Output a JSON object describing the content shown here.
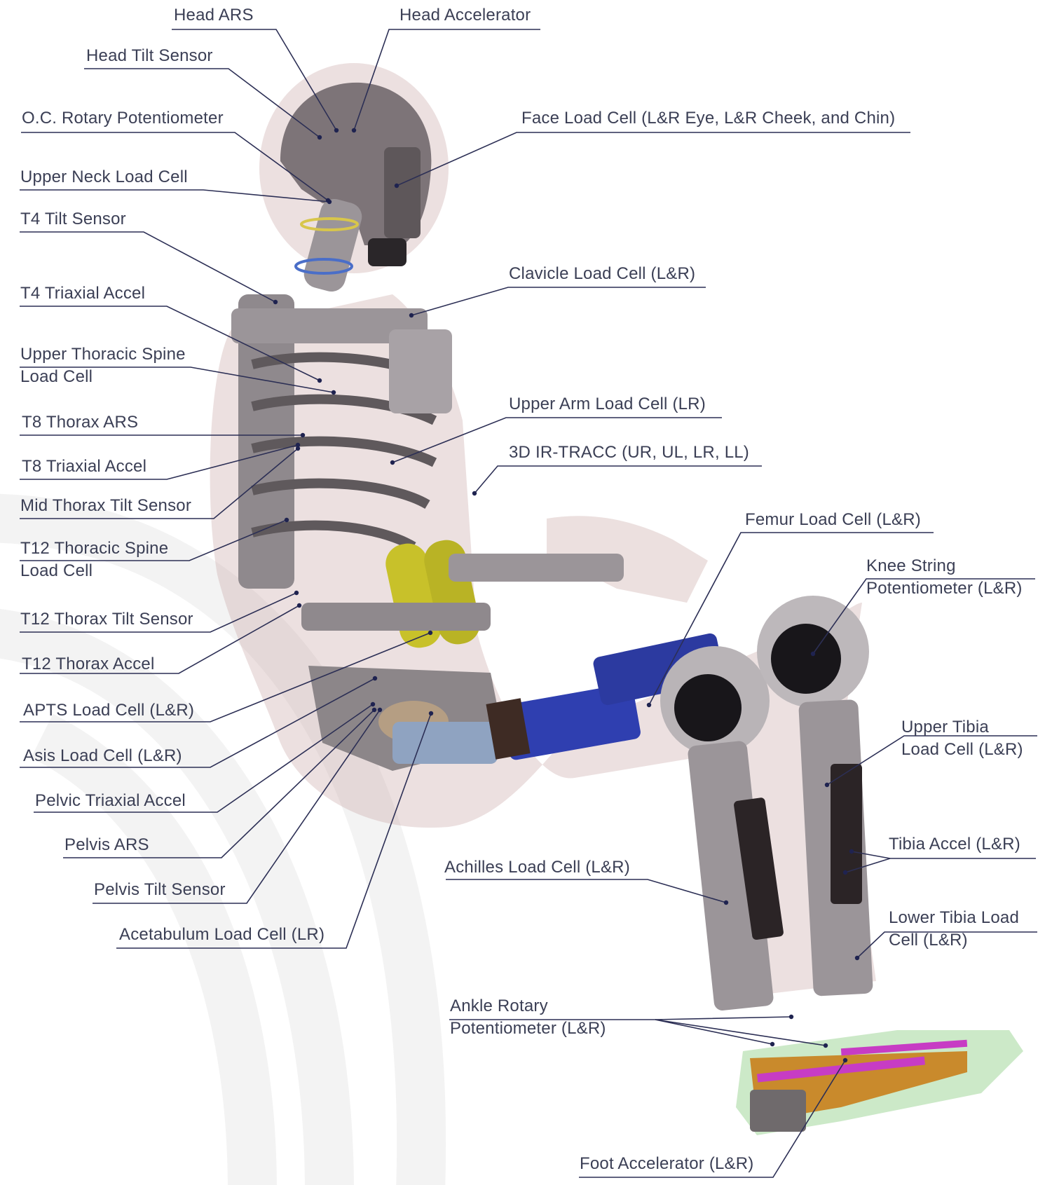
{
  "labels": {
    "head_ars": "Head ARS",
    "head_accelerator": "Head Accelerator",
    "head_tilt_sensor": "Head Tilt Sensor",
    "oc_rotary_potentiometer": "O.C. Rotary Potentiometer",
    "face_load_cell": "Face Load Cell (L&R Eye, L&R Cheek, and Chin)",
    "upper_neck_load_cell": "Upper Neck Load Cell",
    "t4_tilt_sensor": "T4 Tilt Sensor",
    "clavicle_load_cell": "Clavicle Load Cell (L&R)",
    "t4_triaxial_accel": "T4 Triaxial Accel",
    "upper_thoracic_spine_load_cell_line1": "Upper Thoracic Spine",
    "upper_thoracic_spine_load_cell_line2": "Load Cell",
    "upper_arm_load_cell": "Upper Arm Load Cell (LR)",
    "t8_thorax_ars": "T8 Thorax ARS",
    "ir_tracc": "3D IR-TRACC (UR, UL, LR, LL)",
    "t8_triaxial_accel": "T8 Triaxial Accel",
    "mid_thorax_tilt_sensor": "Mid Thorax Tilt Sensor",
    "femur_load_cell": "Femur Load Cell (L&R)",
    "t12_thoracic_spine_load_cell_line1": "T12 Thoracic Spine",
    "t12_thoracic_spine_load_cell_line2": "Load Cell",
    "knee_string_potentiometer_line1": "Knee String",
    "knee_string_potentiometer_line2": "Potentiometer (L&R)",
    "t12_thorax_tilt_sensor": "T12 Thorax Tilt Sensor",
    "t12_thorax_accel": "T12 Thorax Accel",
    "apts_load_cell": "APTS Load Cell (L&R)",
    "upper_tibia_load_cell_line1": "Upper Tibia",
    "upper_tibia_load_cell_line2": "Load Cell (L&R)",
    "asis_load_cell": "Asis Load Cell (L&R)",
    "pelvic_triaxial_accel": "Pelvic Triaxial Accel",
    "pelvis_ars": "Pelvis ARS",
    "tibia_accel": "Tibia Accel (L&R)",
    "achilles_load_cell": "Achilles Load Cell (L&R)",
    "pelvis_tilt_sensor": "Pelvis Tilt Sensor",
    "lower_tibia_load_cell_line1": "Lower Tibia Load",
    "lower_tibia_load_cell_line2": "Cell (L&R)",
    "acetabulum_load_cell": "Acetabulum Load Cell (LR)",
    "ankle_rotary_potentiometer_line1": "Ankle Rotary",
    "ankle_rotary_potentiometer_line2": "Potentiometer (L&R)",
    "foot_accelerator": "Foot Accelerator (L&R)"
  },
  "colors": {
    "label_text": "#3b3f55",
    "leader_line": "#2c2f55",
    "flesh": "#c9a7a5",
    "metal": "#9b9599",
    "dark_metal": "#5b5558",
    "head": "#7d7478",
    "blue_part": "#2f3fb0",
    "yellow_part": "#c8c12a",
    "magenta_part": "#c73cc4",
    "orange_part": "#c98a2c",
    "background_arc": "#f2f2f2"
  }
}
